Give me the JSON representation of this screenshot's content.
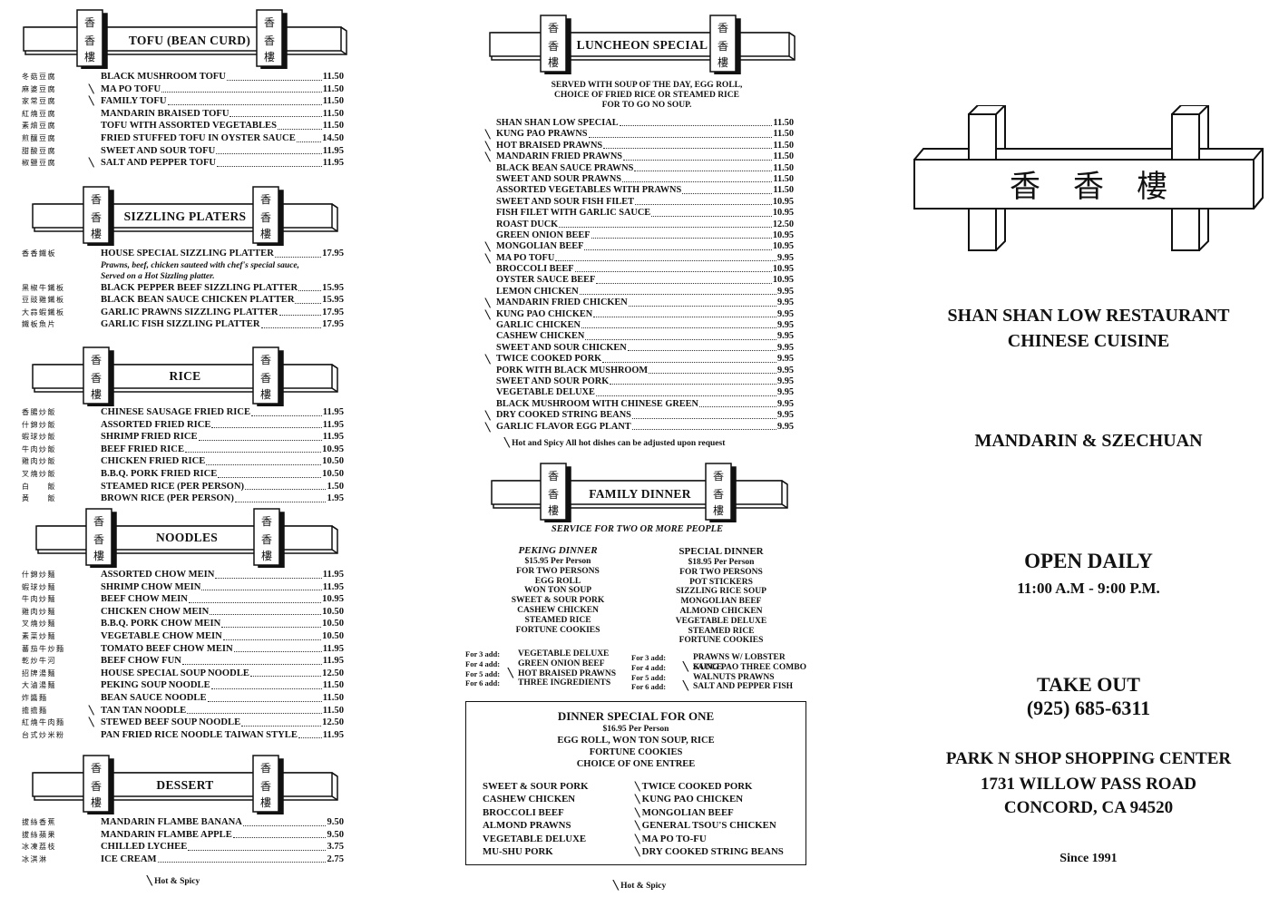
{
  "logo_chars": [
    "香",
    "香",
    "樓"
  ],
  "hot_symbol": "╲",
  "tofu": {
    "title": "TOFU (BEAN CURD)",
    "items": [
      {
        "cn": "冬菇豆腐",
        "name": "BLACK MUSHROOM TOFU",
        "price": "11.50",
        "hot": false
      },
      {
        "cn": "麻婆豆腐",
        "name": "MA PO TOFU",
        "price": "11.50",
        "hot": true
      },
      {
        "cn": "家常豆腐",
        "name": "FAMILY TOFU",
        "price": "11.50",
        "hot": true
      },
      {
        "cn": "紅燒豆腐",
        "name": "MANDARIN BRAISED TOFU",
        "price": "11.50",
        "hot": false
      },
      {
        "cn": "素燴豆腐",
        "name": "TOFU WITH ASSORTED VEGETABLES",
        "price": "11.50",
        "hot": false
      },
      {
        "cn": "煎釀豆腐",
        "name": "FRIED STUFFED TOFU IN OYSTER SAUCE",
        "price": "14.50",
        "hot": false
      },
      {
        "cn": "甜酸豆腐",
        "name": "SWEET AND SOUR TOFU",
        "price": "11.95",
        "hot": false
      },
      {
        "cn": "椒鹽豆腐",
        "name": "SALT AND PEPPER TOFU",
        "price": "11.95",
        "hot": true
      }
    ]
  },
  "sizzling": {
    "title": "SIZZLING PLATERS",
    "items": [
      {
        "cn": "香香鐵板",
        "name": "HOUSE SPECIAL SIZZLING PLATTER",
        "price": "17.95",
        "hot": false
      },
      {
        "cn": "黑椒牛鐵板",
        "name": "BLACK PEPPER BEEF SIZZLING PLATTER",
        "price": "15.95",
        "hot": false
      },
      {
        "cn": "豆豉雞鐵板",
        "name": "BLACK BEAN SAUCE  CHICKEN PLATTER",
        "price": "15.95",
        "hot": false
      },
      {
        "cn": "大蒜蝦鐵板",
        "name": "GARLIC PRAWNS SIZZLING PLATTER",
        "price": "17.95",
        "hot": false
      },
      {
        "cn": "鐵板魚片",
        "name": "GARLIC FISH SIZZLING PLATTER",
        "price": "17.95",
        "hot": false
      }
    ],
    "desc1": "Prawns, beef, chicken sauteed with chef's special sauce,",
    "desc2": "Served on a Hot Sizzling platter."
  },
  "rice": {
    "title": "RICE",
    "items": [
      {
        "cn": "香腸炒飯",
        "name": "CHINESE SAUSAGE FRIED RICE",
        "price": "11.95",
        "hot": false
      },
      {
        "cn": "什錦炒飯",
        "name": "ASSORTED  FRIED RICE",
        "price": "11.95",
        "hot": false
      },
      {
        "cn": "蝦球炒飯",
        "name": "SHRIMP FRIED RICE",
        "price": "11.95",
        "hot": false
      },
      {
        "cn": "牛肉炒飯",
        "name": "BEEF FRIED RICE",
        "price": "10.95",
        "hot": false
      },
      {
        "cn": "雞肉炒飯",
        "name": "CHICKEN FRIED RICE",
        "price": "10.50",
        "hot": false
      },
      {
        "cn": "叉燒炒飯",
        "name": "B.B.Q. PORK FRIED RICE",
        "price": "10.50",
        "hot": false
      },
      {
        "cn": "白　　飯",
        "name": "STEAMED RICE (PER PERSON)",
        "price": "1.50",
        "hot": false
      },
      {
        "cn": "黃　　飯",
        "name": "BROWN RICE (PER PERSON)",
        "price": "1.95",
        "hot": false
      }
    ]
  },
  "noodles": {
    "title": "NOODLES",
    "items": [
      {
        "cn": "什錦炒麵",
        "name": "ASSORTED CHOW MEIN",
        "price": "11.95",
        "hot": false
      },
      {
        "cn": "蝦球炒麵",
        "name": "SHRIMP CHOW MEIN",
        "price": "11.95",
        "hot": false
      },
      {
        "cn": "牛肉炒麵",
        "name": "BEEF CHOW MEIN",
        "price": "10.95",
        "hot": false
      },
      {
        "cn": "雞肉炒麵",
        "name": "CHICKEN CHOW MEIN",
        "price": "10.50",
        "hot": false
      },
      {
        "cn": "叉燒炒麵",
        "name": "B.B.Q. PORK CHOW MEIN",
        "price": "10.50",
        "hot": false
      },
      {
        "cn": "素菜炒麵",
        "name": "VEGETABLE CHOW MEIN",
        "price": "10.50",
        "hot": false
      },
      {
        "cn": "蕃茄牛炒麵",
        "name": "TOMATO BEEF CHOW MEIN",
        "price": "11.95",
        "hot": false
      },
      {
        "cn": "乾炒牛河",
        "name": "BEEF CHOW FUN",
        "price": "11.95",
        "hot": false
      },
      {
        "cn": "招牌湯麵",
        "name": "HOUSE SPECIAL SOUP NOODLE",
        "price": "12.50",
        "hot": false
      },
      {
        "cn": "大滷湯麵",
        "name": "PEKING SOUP NOODLE",
        "price": "11.50",
        "hot": false
      },
      {
        "cn": "炸醬麵",
        "name": "BEAN SAUCE NOODLE",
        "price": "11.50",
        "hot": false
      },
      {
        "cn": "擔擔麵",
        "name": "TAN TAN NOODLE",
        "price": "11.50",
        "hot": true
      },
      {
        "cn": "紅燒牛肉麵",
        "name": "STEWED BEEF SOUP NOODLE",
        "price": "12.50",
        "hot": true
      },
      {
        "cn": "台式炒米粉",
        "name": "PAN FRIED RICE NOODLE TAIWAN STYLE",
        "price": "11.95",
        "hot": false
      }
    ]
  },
  "dessert": {
    "title": "DESSERT",
    "items": [
      {
        "cn": "拔絲香蕉",
        "name": "MANDARIN FLAMBE BANANA",
        "price": "9.50",
        "hot": false
      },
      {
        "cn": "拔絲蘋果",
        "name": "MANDARIN FLAMBE APPLE",
        "price": "9.50",
        "hot": false
      },
      {
        "cn": "冰凍荔枝",
        "name": "CHILLED LYCHEE",
        "price": "3.75",
        "hot": false
      },
      {
        "cn": "冰淇淋",
        "name": "ICE CREAM",
        "price": "2.75",
        "hot": false
      }
    ],
    "hot_note": "Hot & Spicy"
  },
  "luncheon": {
    "title": "LUNCHEON SPECIAL",
    "note1": "SERVED WITH SOUP OF  THE DAY, EGG ROLL,",
    "note2": "CHOICE OF FRIED RICE OR STEAMED RICE",
    "note3": "FOR TO GO NO SOUP.",
    "items": [
      {
        "name": "SHAN SHAN LOW SPECIAL",
        "price": "11.50",
        "hot": false
      },
      {
        "name": "KUNG PAO PRAWNS",
        "price": "11.50",
        "hot": true
      },
      {
        "name": "HOT BRAISED PRAWNS",
        "price": "11.50",
        "hot": true
      },
      {
        "name": "MANDARIN FRIED PRAWNS",
        "price": "11.50",
        "hot": true
      },
      {
        "name": "BLACK BEAN SAUCE PRAWNS",
        "price": "11.50",
        "hot": false
      },
      {
        "name": "SWEET AND SOUR PRAWNS",
        "price": "11.50",
        "hot": false
      },
      {
        "name": "ASSORTED VEGETABLES WITH PRAWNS",
        "price": "11.50",
        "hot": false
      },
      {
        "name": "SWEET AND SOUR FISH FILET",
        "price": "10.95",
        "hot": false
      },
      {
        "name": "FISH FILET WITH GARLIC SAUCE",
        "price": "10.95",
        "hot": false
      },
      {
        "name": "ROAST DUCK",
        "price": "12.50",
        "hot": false
      },
      {
        "name": "GREEN ONION BEEF",
        "price": "10.95",
        "hot": false
      },
      {
        "name": "MONGOLIAN BEEF",
        "price": "10.95",
        "hot": true
      },
      {
        "name": "MA PO TOFU",
        "price": "9.95",
        "hot": true
      },
      {
        "name": "BROCCOLI BEEF",
        "price": "10.95",
        "hot": false
      },
      {
        "name": "OYSTER SAUCE BEEF",
        "price": "10.95",
        "hot": false
      },
      {
        "name": "LEMON CHICKEN",
        "price": "9.95",
        "hot": false
      },
      {
        "name": "MANDARIN FRIED CHICKEN",
        "price": "9.95",
        "hot": true
      },
      {
        "name": "KUNG PAO CHICKEN",
        "price": "9.95",
        "hot": true
      },
      {
        "name": "GARLIC CHICKEN",
        "price": "9.95",
        "hot": false
      },
      {
        "name": "CASHEW CHICKEN",
        "price": "9.95",
        "hot": false
      },
      {
        "name": "SWEET AND SOUR CHICKEN",
        "price": "9.95",
        "hot": false
      },
      {
        "name": "TWICE COOKED PORK",
        "price": "9.95",
        "hot": true
      },
      {
        "name": "PORK WITH BLACK MUSHROOM",
        "price": "9.95",
        "hot": false
      },
      {
        "name": "SWEET AND SOUR PORK",
        "price": "9.95",
        "hot": false
      },
      {
        "name": "VEGETABLE DELUXE",
        "price": "9.95",
        "hot": false
      },
      {
        "name": "BLACK MUSHROOM WITH CHINESE GREEN",
        "price": "9.95",
        "hot": false
      },
      {
        "name": "DRY COOKED STRING BEANS",
        "price": "9.95",
        "hot": true
      },
      {
        "name": "GARLIC FLAVOR EGG PLANT",
        "price": "9.95",
        "hot": true
      }
    ],
    "hot_note": "Hot and Spicy   All hot dishes can be adjusted upon request"
  },
  "family": {
    "title": "FAMILY DINNER",
    "subtitle": "SERVICE FOR TWO OR MORE PEOPLE",
    "peking": {
      "title": "PEKING DINNER",
      "lines": [
        "$15.95 Per Person",
        "FOR TWO PERSONS",
        "EGG ROLL",
        "WON TON SOUP",
        "SWEET & SOUR PORK",
        "CASHEW CHICKEN",
        "STEAMED RICE",
        "FORTUNE COOKIES"
      ],
      "adds": [
        {
          "label": "For 3 add:",
          "item": "VEGETABLE  DELUXE",
          "hot": false
        },
        {
          "label": "For 4 add:",
          "item": "GREEN ONION BEEF",
          "hot": false
        },
        {
          "label": "For 5 add:",
          "item": "HOT BRAISED PRAWNS",
          "hot": true
        },
        {
          "label": "For 6 add:",
          "item": "THREE INGREDIENTS",
          "hot": false
        }
      ]
    },
    "special": {
      "title": "SPECIAL  DINNER",
      "lines": [
        "$18.95 Per Person",
        "FOR TWO PERSONS",
        "POT STICKERS",
        "SIZZLING RICE SOUP",
        "MONGOLIAN BEEF",
        "ALMOND CHICKEN",
        "VEGETABLE DELUXE",
        "STEAMED RICE",
        "FORTUNE COOKIES"
      ],
      "adds": [
        {
          "label": "For 3 add:",
          "item": "PRAWNS W/ LOBSTER SAUCE",
          "hot": false
        },
        {
          "label": "For 4 add:",
          "item": "KUNG PAO THREE COMBO",
          "hot": true
        },
        {
          "label": "For 5 add:",
          "item": "WALNUTS PRAWNS",
          "hot": false
        },
        {
          "label": "For 6 add:",
          "item": "SALT AND PEPPER FISH",
          "hot": true
        }
      ]
    }
  },
  "dinner_one": {
    "title": "DINNER SPECIAL FOR ONE",
    "price": "$16.95 Per Person",
    "line1": "EGG ROLL, WON TON SOUP, RICE",
    "line2": "FORTUNE COOKIES",
    "line3": "CHOICE OF ONE ENTREE",
    "left": [
      "SWEET & SOUR PORK",
      "CASHEW CHICKEN",
      "BROCCOLI BEEF",
      "ALMOND PRAWNS",
      "VEGETABLE DELUXE",
      "MU-SHU PORK"
    ],
    "right": [
      "TWICE COOKED PORK",
      "KUNG PAO CHICKEN",
      "MONGOLIAN BEEF",
      "GENERAL TSOU'S CHICKEN",
      "MA PO TO-FU",
      "DRY COOKED STRING BEANS"
    ],
    "hot_note": "Hot & Spicy"
  },
  "cover": {
    "name": "SHAN SHAN LOW RESTAURANT",
    "cuisine": "CHINESE CUISINE",
    "style": "MANDARIN & SZECHUAN",
    "open": "OPEN DAILY",
    "hours": "11:00 A.M -  9:00 P.M.",
    "takeout": "TAKE OUT",
    "phone": "(925) 685-6311",
    "addr1": "PARK N SHOP SHOPPING CENTER",
    "addr2": "1731 WILLOW PASS ROAD",
    "addr3": "CONCORD, CA 94520",
    "since": "Since  1991"
  }
}
